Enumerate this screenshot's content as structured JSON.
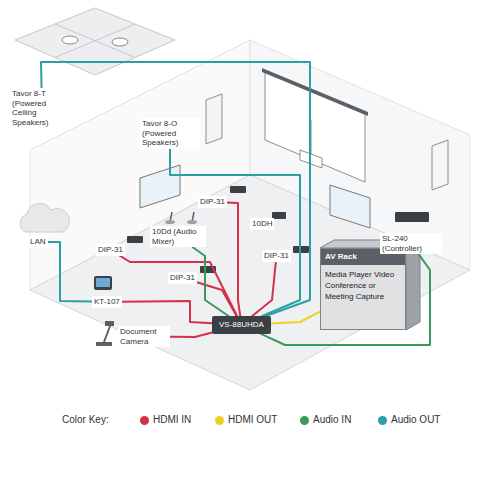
{
  "diagram": {
    "nodes": [
      {
        "text": [
          "Tavor 8-T (Powered Ceiling Speakers)"
        ]
      },
      {
        "text": [
          "Tavor 8-O (Powered Speakers)"
        ]
      },
      {
        "text": [
          "LAN"
        ]
      },
      {
        "text": [
          "DIP-31"
        ]
      },
      {
        "text": [
          "10DH"
        ]
      },
      {
        "text": [
          "10Dd (Audio Mixer)"
        ]
      },
      {
        "text": [
          "DIP-31"
        ]
      },
      {
        "text": [
          "DIP-31"
        ]
      },
      {
        "text": [
          "DIP-31"
        ]
      },
      {
        "text": [
          "KT-107"
        ]
      },
      {
        "text": [
          "Document Camera"
        ]
      },
      {
        "text": [
          "VS-88UHDA"
        ]
      },
      {
        "text": [
          "AV Rack",
          "Media Player Video Conference or Meeting Capture"
        ]
      },
      {
        "text": [
          "SL-240 (Controller)"
        ]
      }
    ],
    "edges": [
      {
        "from": 9,
        "to": 11,
        "arrow": "none"
      },
      {
        "from": 10,
        "to": 11,
        "arrow": "none"
      },
      {
        "from": 7,
        "to": 11,
        "arrow": "none"
      },
      {
        "from": 8,
        "to": 11,
        "arrow": "none"
      },
      {
        "from": 6,
        "to": 11,
        "arrow": "none"
      },
      {
        "from": 3,
        "to": 11,
        "arrow": "none"
      },
      {
        "from": 11,
        "to": 1,
        "arrow": "none"
      },
      {
        "from": 11,
        "to": 0,
        "arrow": "none"
      },
      {
        "from": 12,
        "to": 11,
        "arrow": "none"
      },
      {
        "from": 11,
        "to": 13,
        "arrow": "none"
      },
      {
        "from": 5,
        "to": 11,
        "arrow": "none"
      },
      {
        "from": 9,
        "to": 2,
        "arrow": "none"
      }
    ],
    "labels": [
      "Color Key:"
    ],
    "legend": [
      {
        "text": "HDMI IN",
        "color": "#d4314a"
      },
      {
        "text": "HDMI OUT",
        "color": "#f2cf1d"
      },
      {
        "text": "Audio IN",
        "color": "#3a9a5b"
      },
      {
        "text": "Audio OUT",
        "color": "#2b9fa6"
      }
    ]
  }
}
